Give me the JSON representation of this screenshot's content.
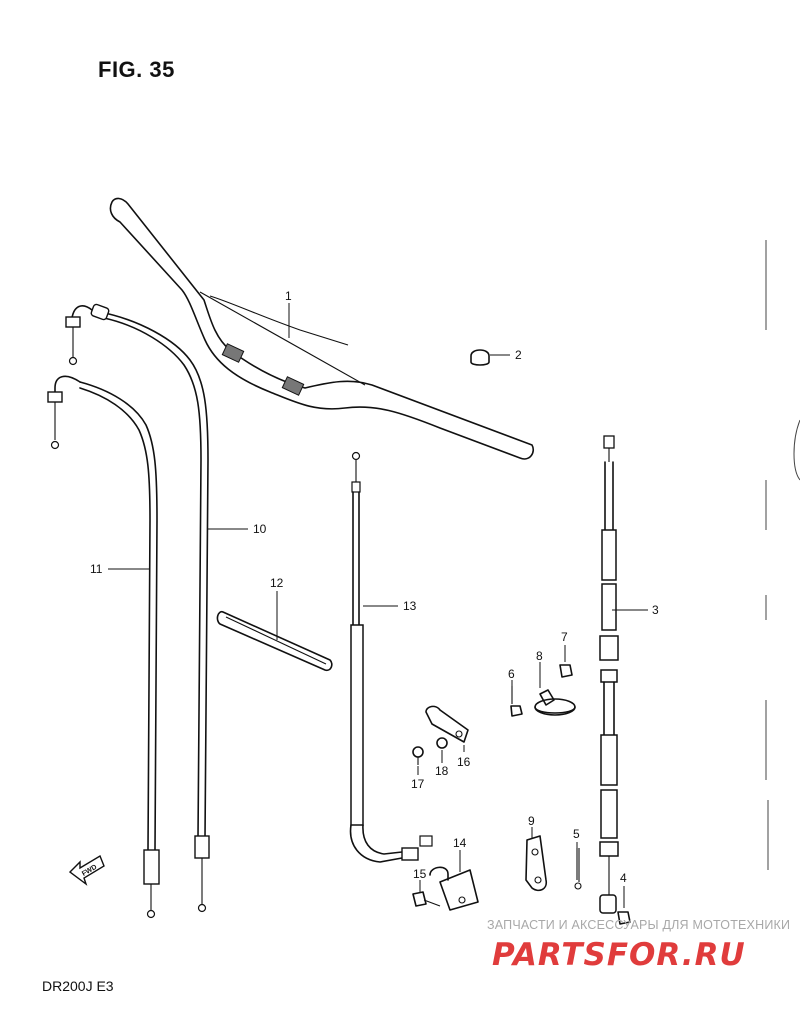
{
  "figure": {
    "title": "FIG. 35",
    "model_code": "DR200J  E3"
  },
  "fwd_label": "FWD",
  "callouts": [
    {
      "id": "1",
      "text": "1"
    },
    {
      "id": "2",
      "text": "2"
    },
    {
      "id": "3",
      "text": "3"
    },
    {
      "id": "4",
      "text": "4"
    },
    {
      "id": "5",
      "text": "5"
    },
    {
      "id": "6",
      "text": "6"
    },
    {
      "id": "7",
      "text": "7"
    },
    {
      "id": "8",
      "text": "8"
    },
    {
      "id": "9",
      "text": "9"
    },
    {
      "id": "10",
      "text": "10"
    },
    {
      "id": "11",
      "text": "11"
    },
    {
      "id": "12",
      "text": "12"
    },
    {
      "id": "13",
      "text": "13"
    },
    {
      "id": "14",
      "text": "14"
    },
    {
      "id": "15",
      "text": "15"
    },
    {
      "id": "16",
      "text": "16"
    },
    {
      "id": "17",
      "text": "17"
    },
    {
      "id": "18",
      "text": "18"
    }
  ],
  "watermark": {
    "text": "ЗАПЧАСТИ И АКСЕССУАРЫ ДЛЯ МОТОТЕХНИКИ",
    "logo_text": "PARTSFOR.RU",
    "color": "#e03c3c",
    "text_color": "#a8a8a8"
  }
}
